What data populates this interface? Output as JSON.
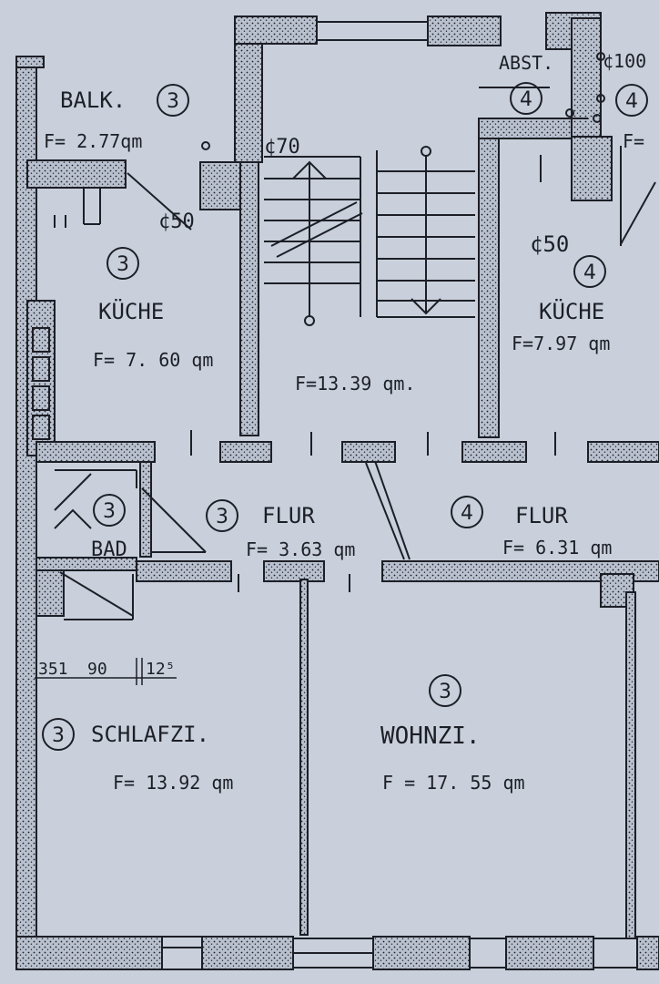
{
  "plan": {
    "colors": {
      "paper": "#c9d0dc",
      "ink": "#1d1f26",
      "wall_fill": "#b9c1cf"
    },
    "rooms": {
      "balkon": {
        "name": "BALK.",
        "unit": "3",
        "area": "F= 2.77qm"
      },
      "kueche3": {
        "name": "KÜCHE",
        "unit": "3",
        "area": "F= 7. 60 qm"
      },
      "treppe": {
        "area": "F=13.39 qm."
      },
      "abst": {
        "name": "ABST.",
        "unit": "4"
      },
      "kueche4": {
        "name": "KÜCHE",
        "unit": "4",
        "area": "F=7.97 qm"
      },
      "unit4_right": {
        "unit": "4",
        "area_partial": "F="
      },
      "bad": {
        "name": "BAD",
        "unit": "3"
      },
      "flur3": {
        "name": "FLUR",
        "unit": "3",
        "area": "F= 3.63 qm"
      },
      "flur4": {
        "name": "FLUR",
        "unit": "4",
        "area": "F= 6.31 qm"
      },
      "schlafzi": {
        "name": "SCHLAFZI.",
        "unit": "3",
        "area": "F= 13.92 qm"
      },
      "wohnzi": {
        "name": "WOHNZI.",
        "unit": "3",
        "area": "F = 17. 55 qm"
      }
    },
    "annotations": {
      "chimney_70": "¢70",
      "chimney_50_left": "¢50",
      "chimney_50_right": "¢50",
      "pipe_100": "¢100",
      "dimensions": [
        "351",
        "90",
        "12⁵"
      ]
    }
  }
}
